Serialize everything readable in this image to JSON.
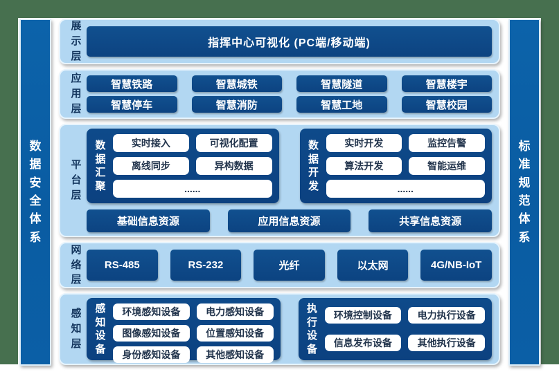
{
  "frame": {
    "left_bar": "数据安全体系",
    "right_bar": "标准规范体系"
  },
  "layers": {
    "display": {
      "label": "展示层",
      "box": "指挥中心可视化 (PC端/移动端)"
    },
    "application": {
      "label": "应用层",
      "items": [
        "智慧铁路",
        "智慧城铁",
        "智慧隧道",
        "智慧楼宇",
        "智慧停车",
        "智慧消防",
        "智慧工地",
        "智慧校园"
      ]
    },
    "platform": {
      "label": "平台层",
      "groups": [
        {
          "title": "数据汇聚",
          "items": [
            "实时接入",
            "可视化配置",
            "离线同步",
            "异构数据"
          ],
          "more": "......"
        },
        {
          "title": "数据开发",
          "items": [
            "实时开发",
            "监控告警",
            "算法开发",
            "智能运维"
          ],
          "more": "......"
        }
      ],
      "resources": [
        "基础信息资源",
        "应用信息资源",
        "共享信息资源"
      ]
    },
    "network": {
      "label": "网络层",
      "items": [
        "RS-485",
        "RS-232",
        "光纤",
        "以太网",
        "4G/NB-IoT"
      ]
    },
    "perception": {
      "label": "感知层",
      "groups": [
        {
          "title": "感知设备",
          "items": [
            "环境感知设备",
            "电力感知设备",
            "图像感知设备",
            "位置感知设备",
            "身份感知设备",
            "其他感知设备"
          ]
        },
        {
          "title": "执行设备",
          "items": [
            "环境控制设备",
            "电力执行设备",
            "信息发布设备",
            "其他执行设备"
          ]
        }
      ]
    }
  },
  "colors": {
    "frame_green": "#47704f",
    "sidebar_blue": "#0b5fa6",
    "panel_light_blue": "#b2d7f2",
    "box_navy": "#0d4583",
    "white_box_text": "#22344c",
    "label_navy": "#14365e"
  }
}
